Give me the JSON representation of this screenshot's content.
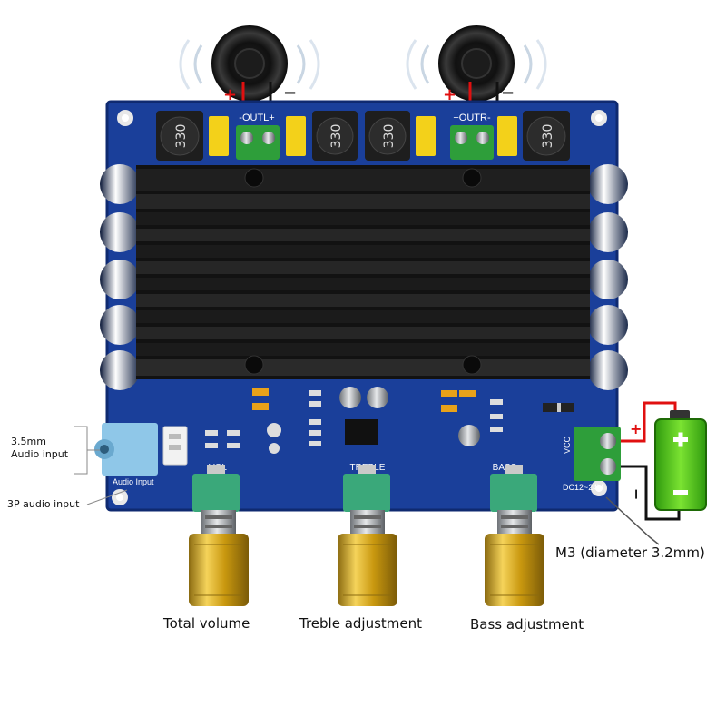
{
  "board": {
    "out_left_label": "-OUTL+",
    "out_right_label": "+OUTR-",
    "speaker_plus": "+",
    "speaker_minus": "−",
    "inductor_marking": "330",
    "vol_silk": "VOL",
    "treble_silk": "TREBLE",
    "bass_silk": "BASS",
    "audio_input_silk": "Audio Input",
    "vcc_silk": "VCC",
    "dc_silk": "DC12~24V"
  },
  "labels": {
    "jack_label_line1": "3.5mm",
    "jack_label_line2": "Audio input",
    "three_p_label": "3P audio input",
    "m3_label": "M3 (diameter 3.2mm)",
    "total_volume": "Total volume",
    "treble_adjustment": "Treble adjustment",
    "bass_adjustment": "Bass adjustment"
  },
  "battery": {
    "plus": "+",
    "minus": "−"
  },
  "colors": {
    "pcb": "#1a3f9a",
    "heatsink": "#151515",
    "terminal": "#2e9e3a",
    "knob_gold": "#d4a017",
    "pot_green": "#3aa87a",
    "battery_green": "#55d21a",
    "wire_red": "#e01010"
  }
}
